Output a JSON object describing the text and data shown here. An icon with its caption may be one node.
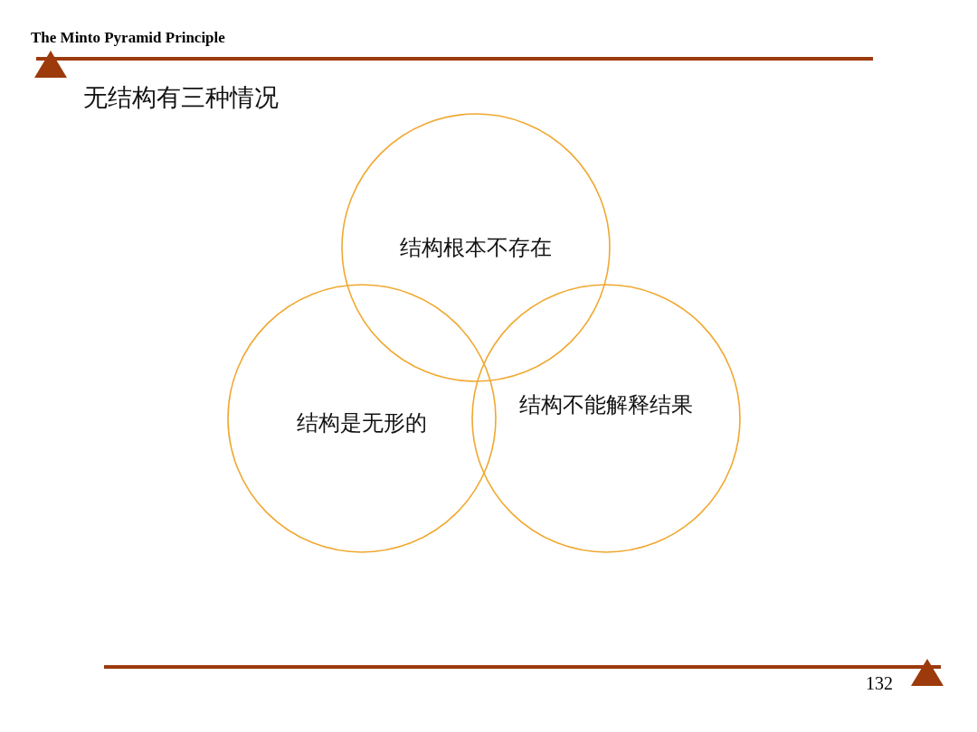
{
  "diagram": {
    "title": "无结构有三种情况",
    "nodes": [
      {
        "text": [
          "结构根本不存在"
        ]
      },
      {
        "text": [
          "结构是无形的"
        ]
      },
      {
        "text": [
          "结构不能解释结果"
        ]
      }
    ],
    "labels": [
      "The Minto Pyramid Principle",
      "132"
    ]
  }
}
